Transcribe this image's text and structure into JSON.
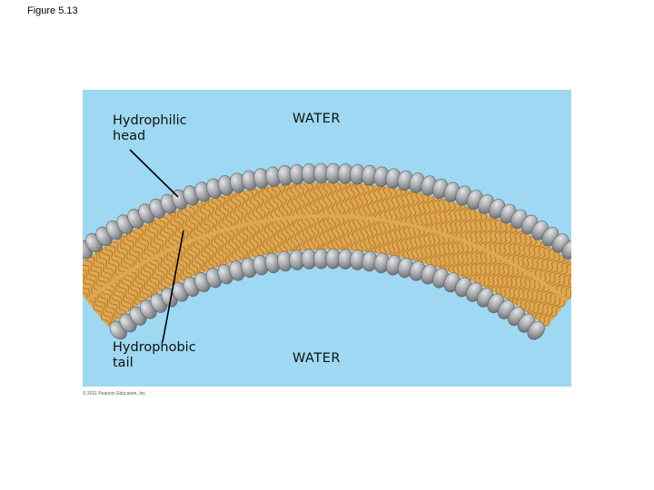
{
  "figure_title": "Figure 5.13",
  "labels": {
    "hydrophilic_head": "Hydrophilic\nhead",
    "hydrophobic_tail": "Hydrophobic\ntail",
    "water_top": "WATER",
    "water_bottom": "WATER"
  },
  "copyright": "© 2011 Pearson Education, Inc.",
  "colors": {
    "water": "#9fd8f2",
    "tail": "#e0a752",
    "head": "#9a9c9f"
  }
}
